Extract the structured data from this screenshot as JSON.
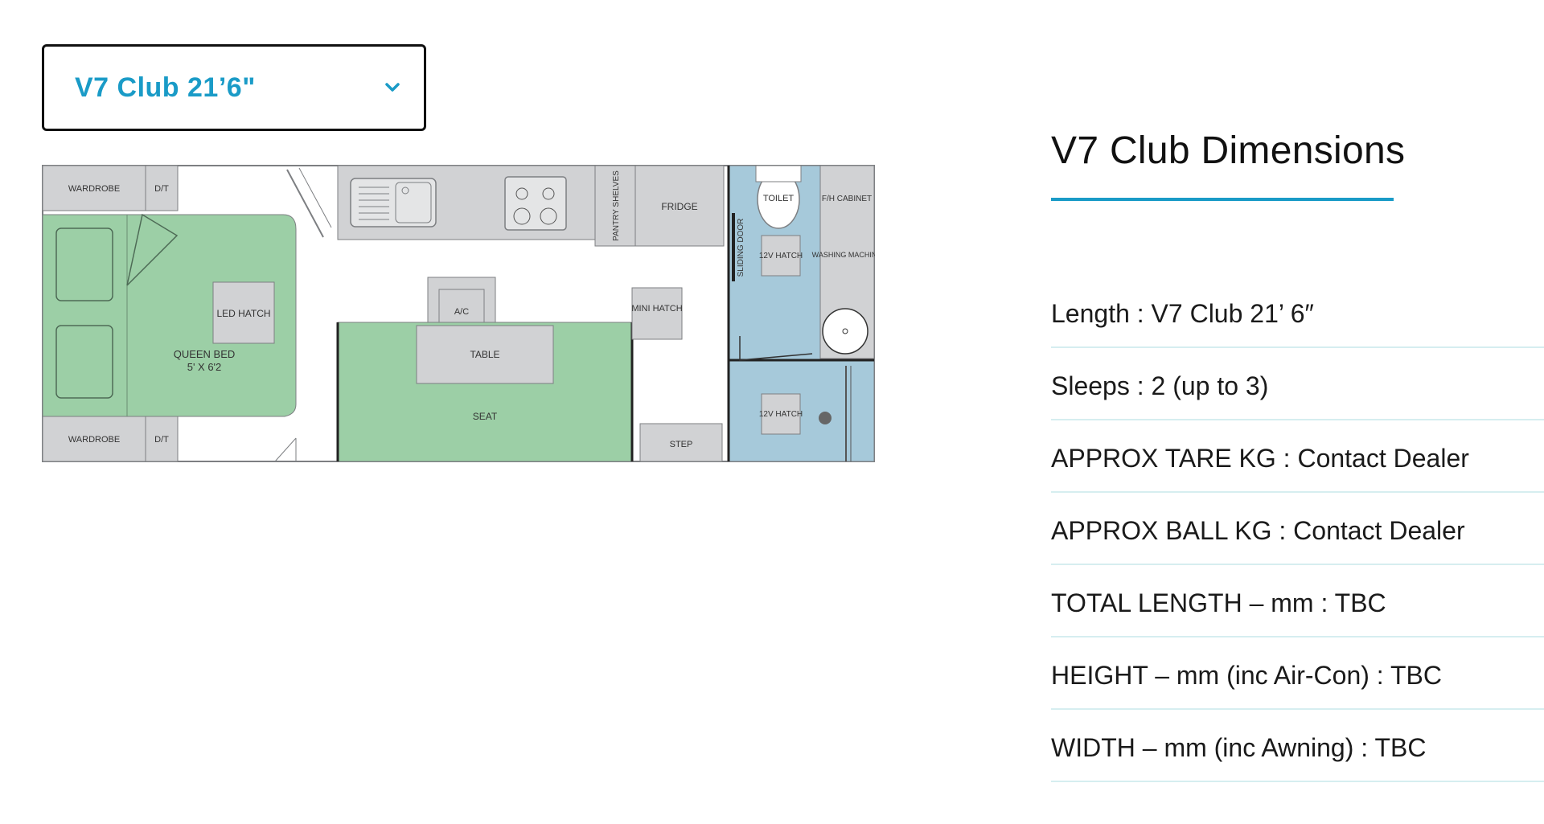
{
  "model_selector": {
    "selected": "V7 Club 21’6\""
  },
  "floorplan": {
    "labels": {
      "wardrobe_top": "WARDROBE",
      "dt_top": "D/T",
      "wardrobe_bottom": "WARDROBE",
      "dt_bottom": "D/T",
      "led_hatch": "LED HATCH",
      "queen_bed": "QUEEN BED",
      "bed_size": "5' X 6'2",
      "pantry_shelves": "PANTRY SHELVES",
      "fridge": "FRIDGE",
      "ac": "A/C",
      "table": "TABLE",
      "seat": "SEAT",
      "mini_hatch": "MINI HATCH",
      "step": "STEP",
      "sliding_door": "SLIDING DOOR",
      "toilet": "TOILET",
      "hatch_12v_top": "12V HATCH",
      "hatch_12v_bottom": "12V HATCH",
      "fh_cabinet": "F/H CABINET",
      "washing_machine": "WASHING MACHINE"
    },
    "colors": {
      "bed": "#9ccfa6",
      "bathroom": "#a6c9da",
      "cabinet": "#d1d2d4",
      "outline": "#7d7f82"
    }
  },
  "dimensions": {
    "title": "V7 Club Dimensions",
    "rows": [
      "Length : V7 Club 21’ 6″",
      "Sleeps : 2 (up to 3)",
      "APPROX TARE KG : Contact Dealer",
      "APPROX BALL KG : Contact Dealer",
      "TOTAL LENGTH – mm : TBC",
      "HEIGHT – mm (inc Air-Con) : TBC",
      "WIDTH – mm (inc Awning) : TBC"
    ]
  }
}
